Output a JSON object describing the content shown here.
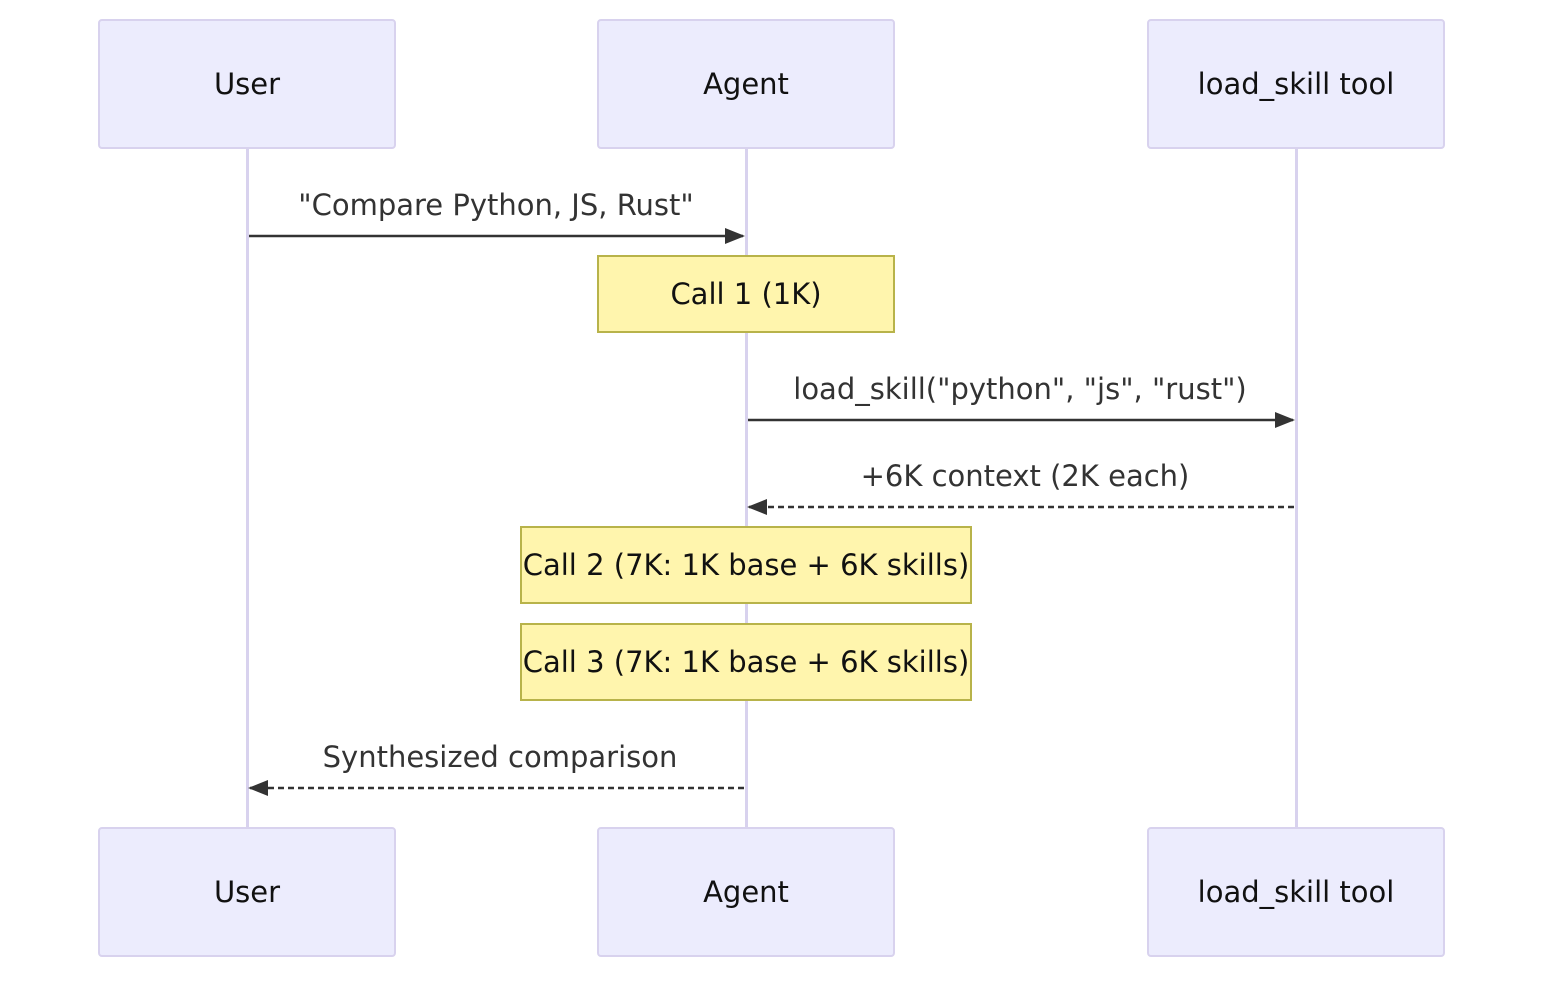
{
  "participants": [
    {
      "id": "user",
      "label": "User"
    },
    {
      "id": "agent",
      "label": "Agent"
    },
    {
      "id": "tool",
      "label": "load_skill tool"
    }
  ],
  "messages": [
    {
      "from": "user",
      "to": "agent",
      "label": "\"Compare Python, JS, Rust\"",
      "style": "solid"
    },
    {
      "from": "agent",
      "to": "tool",
      "label": "load_skill(\"python\", \"js\", \"rust\")",
      "style": "solid"
    },
    {
      "from": "tool",
      "to": "agent",
      "label": "+6K context (2K each)",
      "style": "dashed"
    },
    {
      "from": "agent",
      "to": "user",
      "label": "Synthesized comparison",
      "style": "dashed"
    }
  ],
  "notes": [
    {
      "over": "agent",
      "label": "Call 1 (1K)"
    },
    {
      "over": "agent",
      "label": "Call 2 (7K: 1K base + 6K skills)"
    },
    {
      "over": "agent",
      "label": "Call 3 (7K: 1K base + 6K skills)"
    }
  ],
  "colors": {
    "actor_fill": "#ececfd",
    "actor_border": "#d8d2ee",
    "note_fill": "#fff5ad",
    "note_border": "#b8b34a",
    "arrow": "#333333"
  }
}
